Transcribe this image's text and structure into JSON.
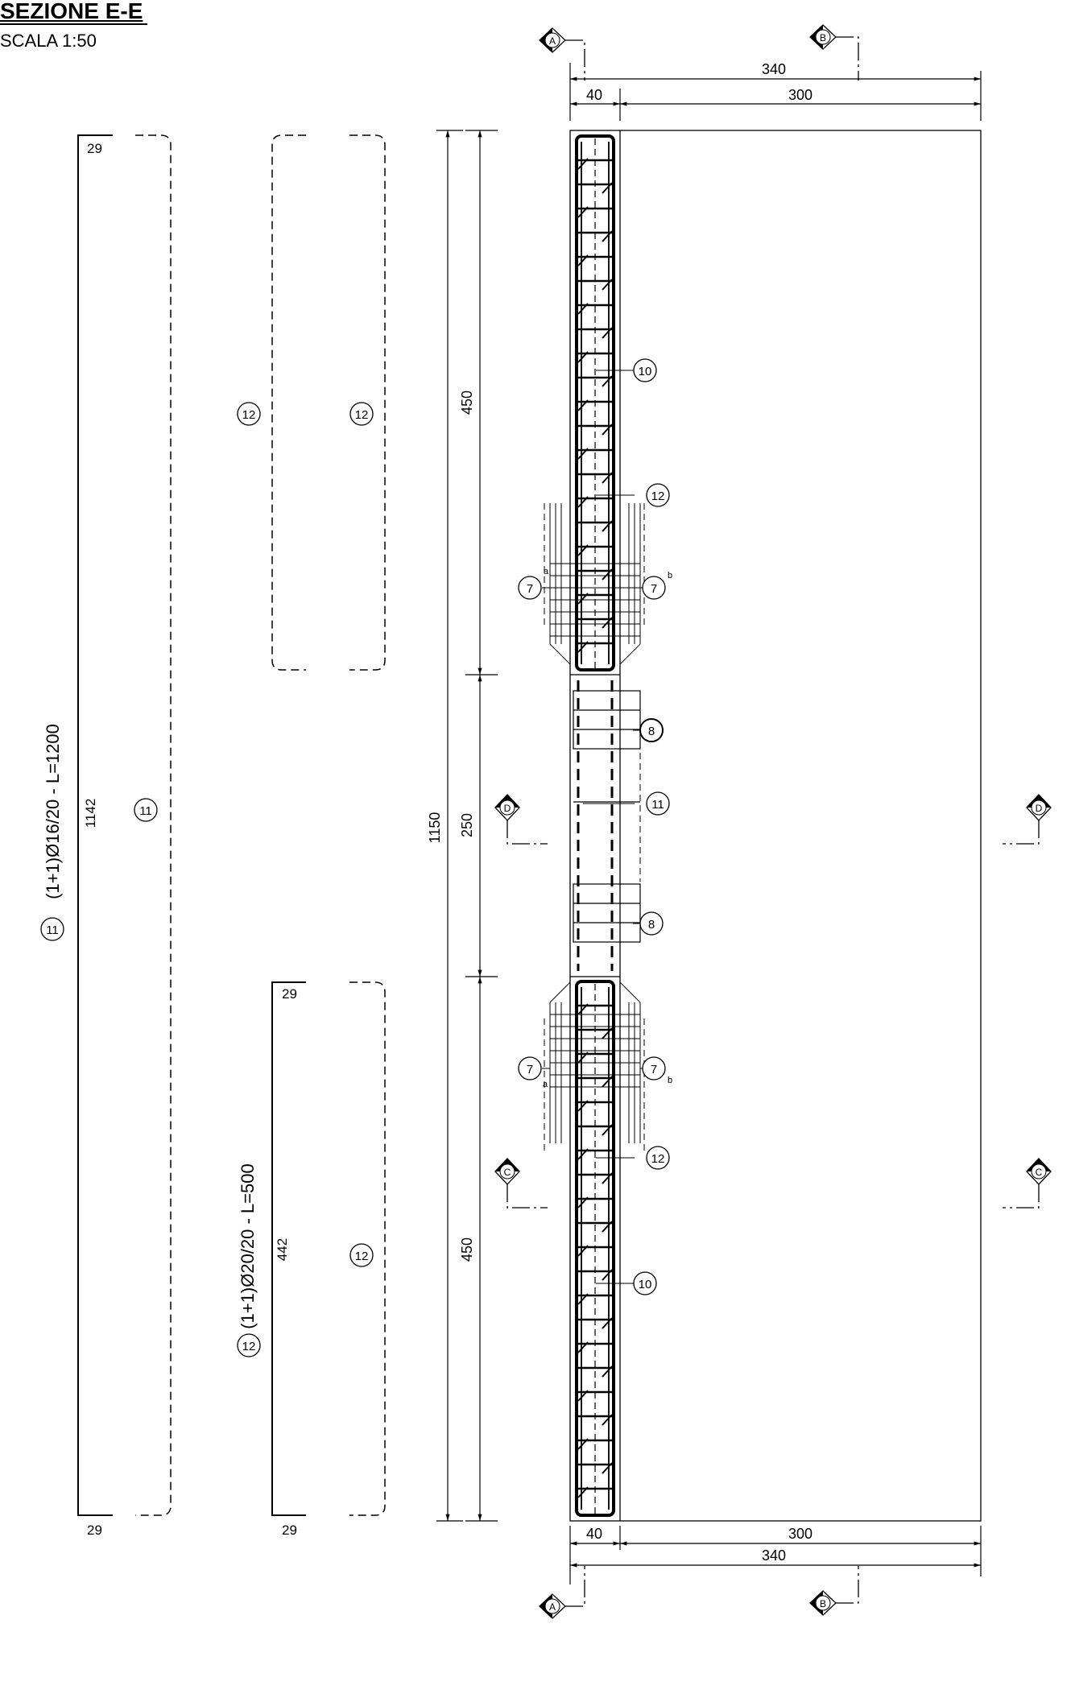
{
  "header": {
    "title": "SEZIONE E-E",
    "scale": "SCALA 1:50"
  },
  "section_markers": {
    "a": "A",
    "b": "B",
    "c": "C",
    "d": "D"
  },
  "dimensions": {
    "top_total": "340",
    "top_left": "40",
    "top_right": "300",
    "bottom_left": "40",
    "bottom_right": "300",
    "bottom_total": "340",
    "height_total": "1150",
    "upper_zone": "450",
    "middle_zone": "250",
    "lower_zone": "450"
  },
  "bar_11": {
    "callout": "11",
    "spec": "(1+1)Ø16/20 - L=1200",
    "length": "1142",
    "hook_top": "29",
    "hook_bottom": "29",
    "mark_dashed": "11"
  },
  "bar_12": {
    "callout": "12",
    "spec": "(1+1)Ø20/20 - L=500",
    "length": "442",
    "hook_top": "29",
    "hook_bottom": "29",
    "mark_upper_left": "12",
    "mark_upper_right": "12",
    "mark_lower_right": "12"
  },
  "callouts": {
    "c10_top": "10",
    "c12_top": "12",
    "c7a_top": "7",
    "c7a_top_sub": "a",
    "c7b_top": "7",
    "c7b_top_sub": "b",
    "c8_top": "8",
    "c11_mid": "11",
    "c8_bottom": "8",
    "c7a_bot": "7",
    "c7a_bot_sub": "a",
    "c7b_bot": "7",
    "c7b_bot_sub": "b",
    "c12_bot": "12",
    "c10_bot": "10"
  }
}
